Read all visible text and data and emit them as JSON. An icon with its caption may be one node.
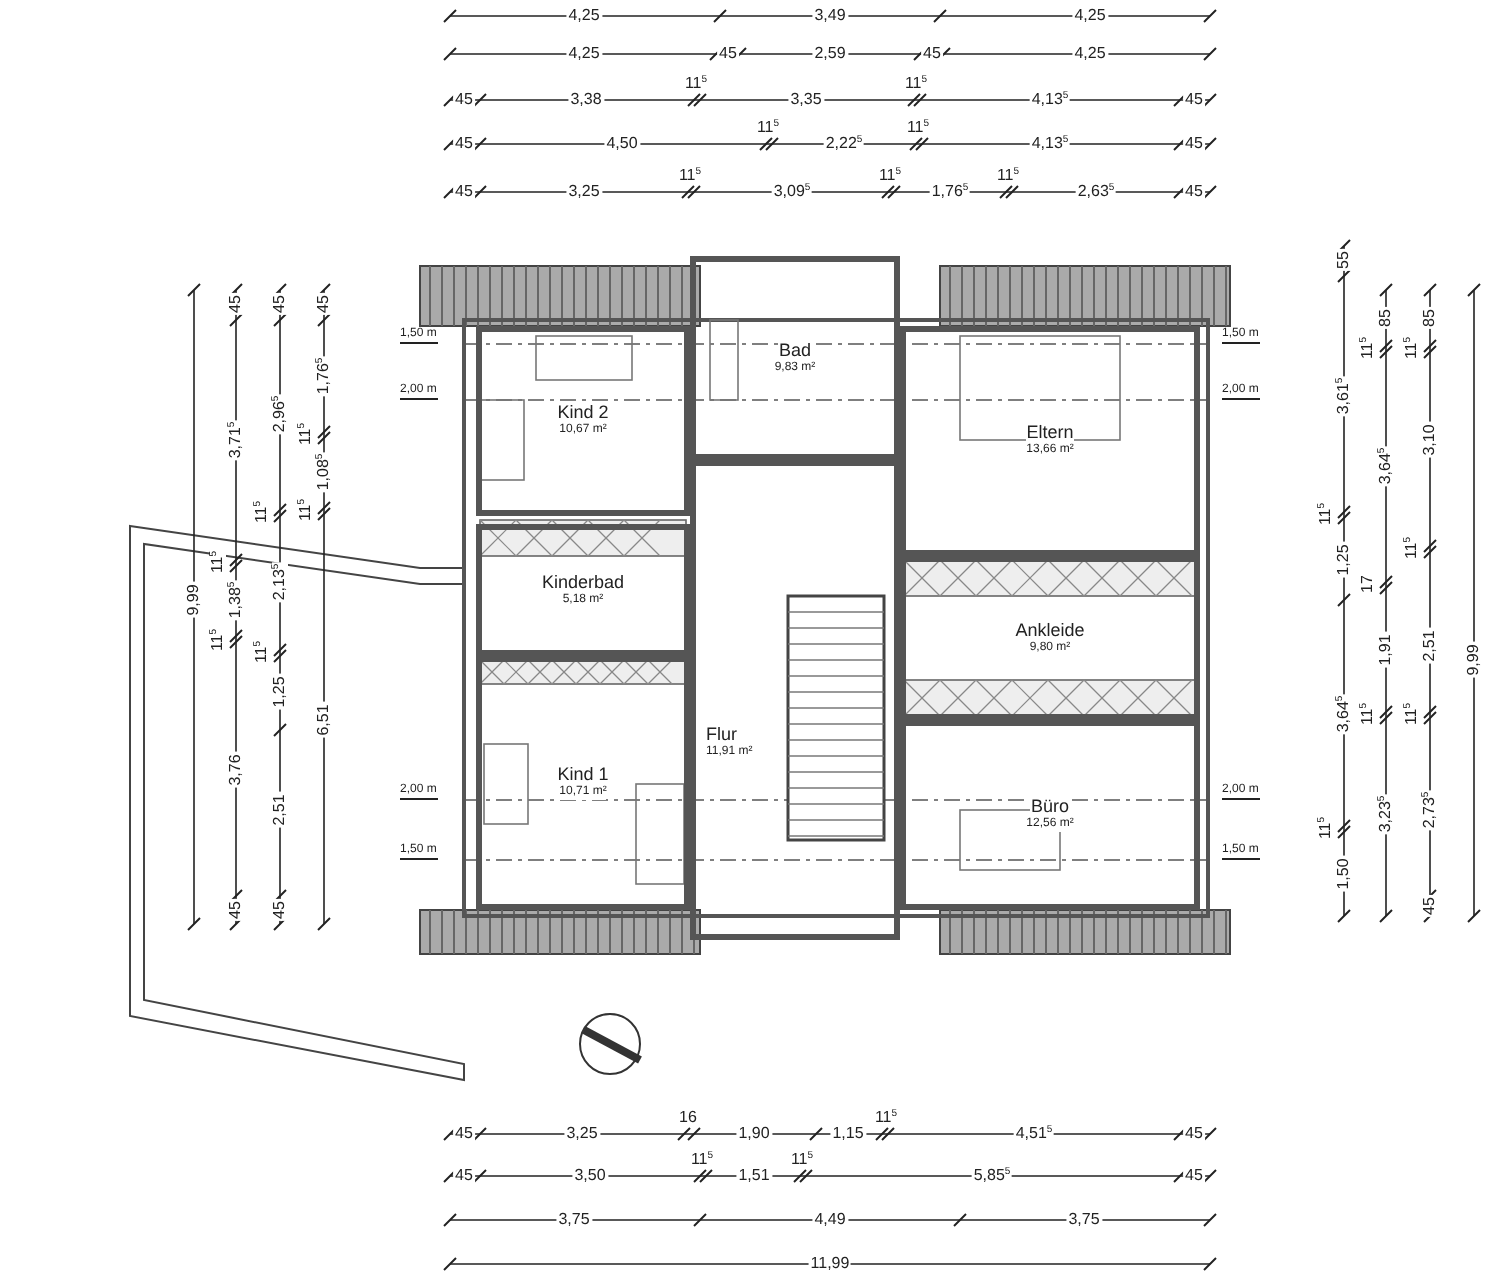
{
  "diagram": {
    "nodes": [
      {
        "text": [
          "Bad",
          "9,83 m²"
        ]
      },
      {
        "text": [
          "Kind 2",
          "10,67 m²"
        ]
      },
      {
        "text": [
          "Eltern",
          "13,66 m²"
        ]
      },
      {
        "text": [
          "Kinderbad",
          "5,18 m²"
        ]
      },
      {
        "text": [
          "Ankleide",
          "9,80 m²"
        ]
      },
      {
        "text": [
          "Kind 1",
          "10,71 m²"
        ]
      },
      {
        "text": [
          "Flur",
          "11,91 m²"
        ]
      },
      {
        "text": [
          "Büro",
          "12,56 m²"
        ]
      }
    ],
    "labels": [
      "4,25",
      "3,49",
      "4,25",
      "4,25",
      "45",
      "2,59",
      "45",
      "4,25",
      "45",
      "3,38",
      "11$^{5}$",
      "3,35",
      "11$^{5}$",
      "4,13$^{5}$",
      "45",
      "45",
      "4,50",
      "11$^{5}$",
      "2,22$^{5}$",
      "11$^{5}$",
      "4,13$^{5}$",
      "45",
      "45",
      "3,25",
      "11$^{5}$",
      "3,09$^{5}$",
      "11$^{5}$",
      "1,76$^{5}$",
      "11$^{5}$",
      "2,63$^{5}$",
      "45",
      "9,99",
      "45",
      "3,71$^{5}$",
      "11$^{5}$",
      "1,38$^{5}$",
      "11$^{5}$",
      "3,76",
      "45",
      "45",
      "2,96$^{5}$",
      "11$^{5}$",
      "2,13$^{5}$",
      "11$^{5}$",
      "1,25",
      "2,51",
      "45",
      "45",
      "1,76$^{5}$",
      "11$^{5}$",
      "1,08$^{5}$",
      "11$^{5}$",
      "6,51",
      "1,50 m",
      "2,00 m",
      "2,00 m",
      "1,50 m",
      "1,50 m",
      "2,00 m",
      "2,00 m",
      "1,50 m",
      "55",
      "3,61$^{5}$",
      "11$^{5}$",
      "1,25",
      "3,64$^{5}$",
      "11$^{5}$",
      "1,50",
      "85",
      "11$^{5}$",
      "3,64$^{5}$",
      "17",
      "1,91",
      "11$^{5}$",
      "3,23$^{5}$",
      "85",
      "11$^{5}$",
      "3,10",
      "11$^{5}$",
      "2,51",
      "11$^{5}$",
      "2,73$^{5}$",
      "45",
      "9,99",
      "45",
      "3,25",
      "16",
      "1,90",
      "1,15",
      "11$^{5}$",
      "4,51$^{5}$",
      "45",
      "45",
      "3,50",
      "11$^{5}$",
      "1,51",
      "11$^{5}$",
      "5,85$^{5}$",
      "45",
      "3,75",
      "4,49",
      "3,75",
      "11,99"
    ]
  }
}
